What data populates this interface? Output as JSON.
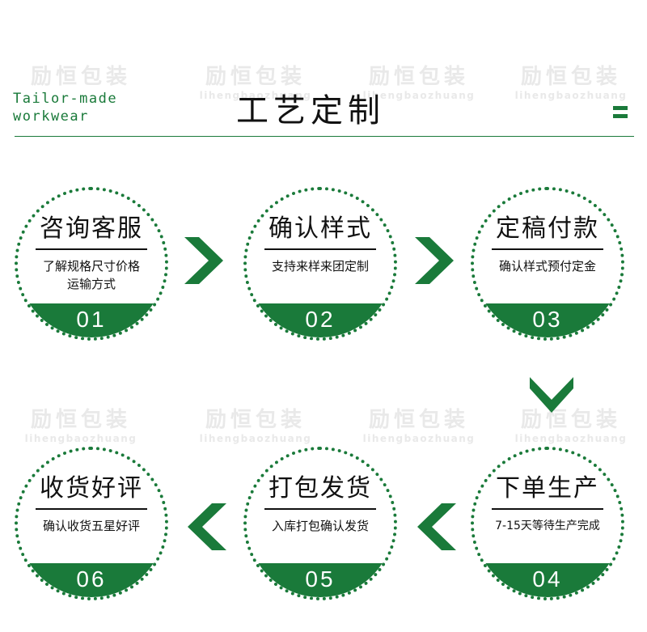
{
  "watermark": {
    "cn": "励恒包装",
    "en": "lihengbaozhuang"
  },
  "header": {
    "subtitle_line1": "Tailor-made",
    "subtitle_line2": "workwear",
    "title": "工艺定制"
  },
  "steps": [
    {
      "title": "咨询客服",
      "desc": "了解规格尺寸价格\n运输方式",
      "num": "01"
    },
    {
      "title": "确认样式",
      "desc": "支持来样来团定制",
      "num": "02"
    },
    {
      "title": "定稿付款",
      "desc": "确认样式预付定金",
      "num": "03"
    },
    {
      "title": "下单生产",
      "desc": "7-15天等待生产完成",
      "num": "04"
    },
    {
      "title": "打包发货",
      "desc": "入库打包确认发货",
      "num": "05"
    },
    {
      "title": "收货好评",
      "desc": "确认收货五星好评",
      "num": "06"
    }
  ],
  "colors": {
    "accent": "#1a7a3a",
    "text": "#111111",
    "watermark": "#e9e9e9"
  },
  "icons": [
    "chevron-right-icon",
    "chevron-down-icon",
    "chevron-left-icon"
  ]
}
